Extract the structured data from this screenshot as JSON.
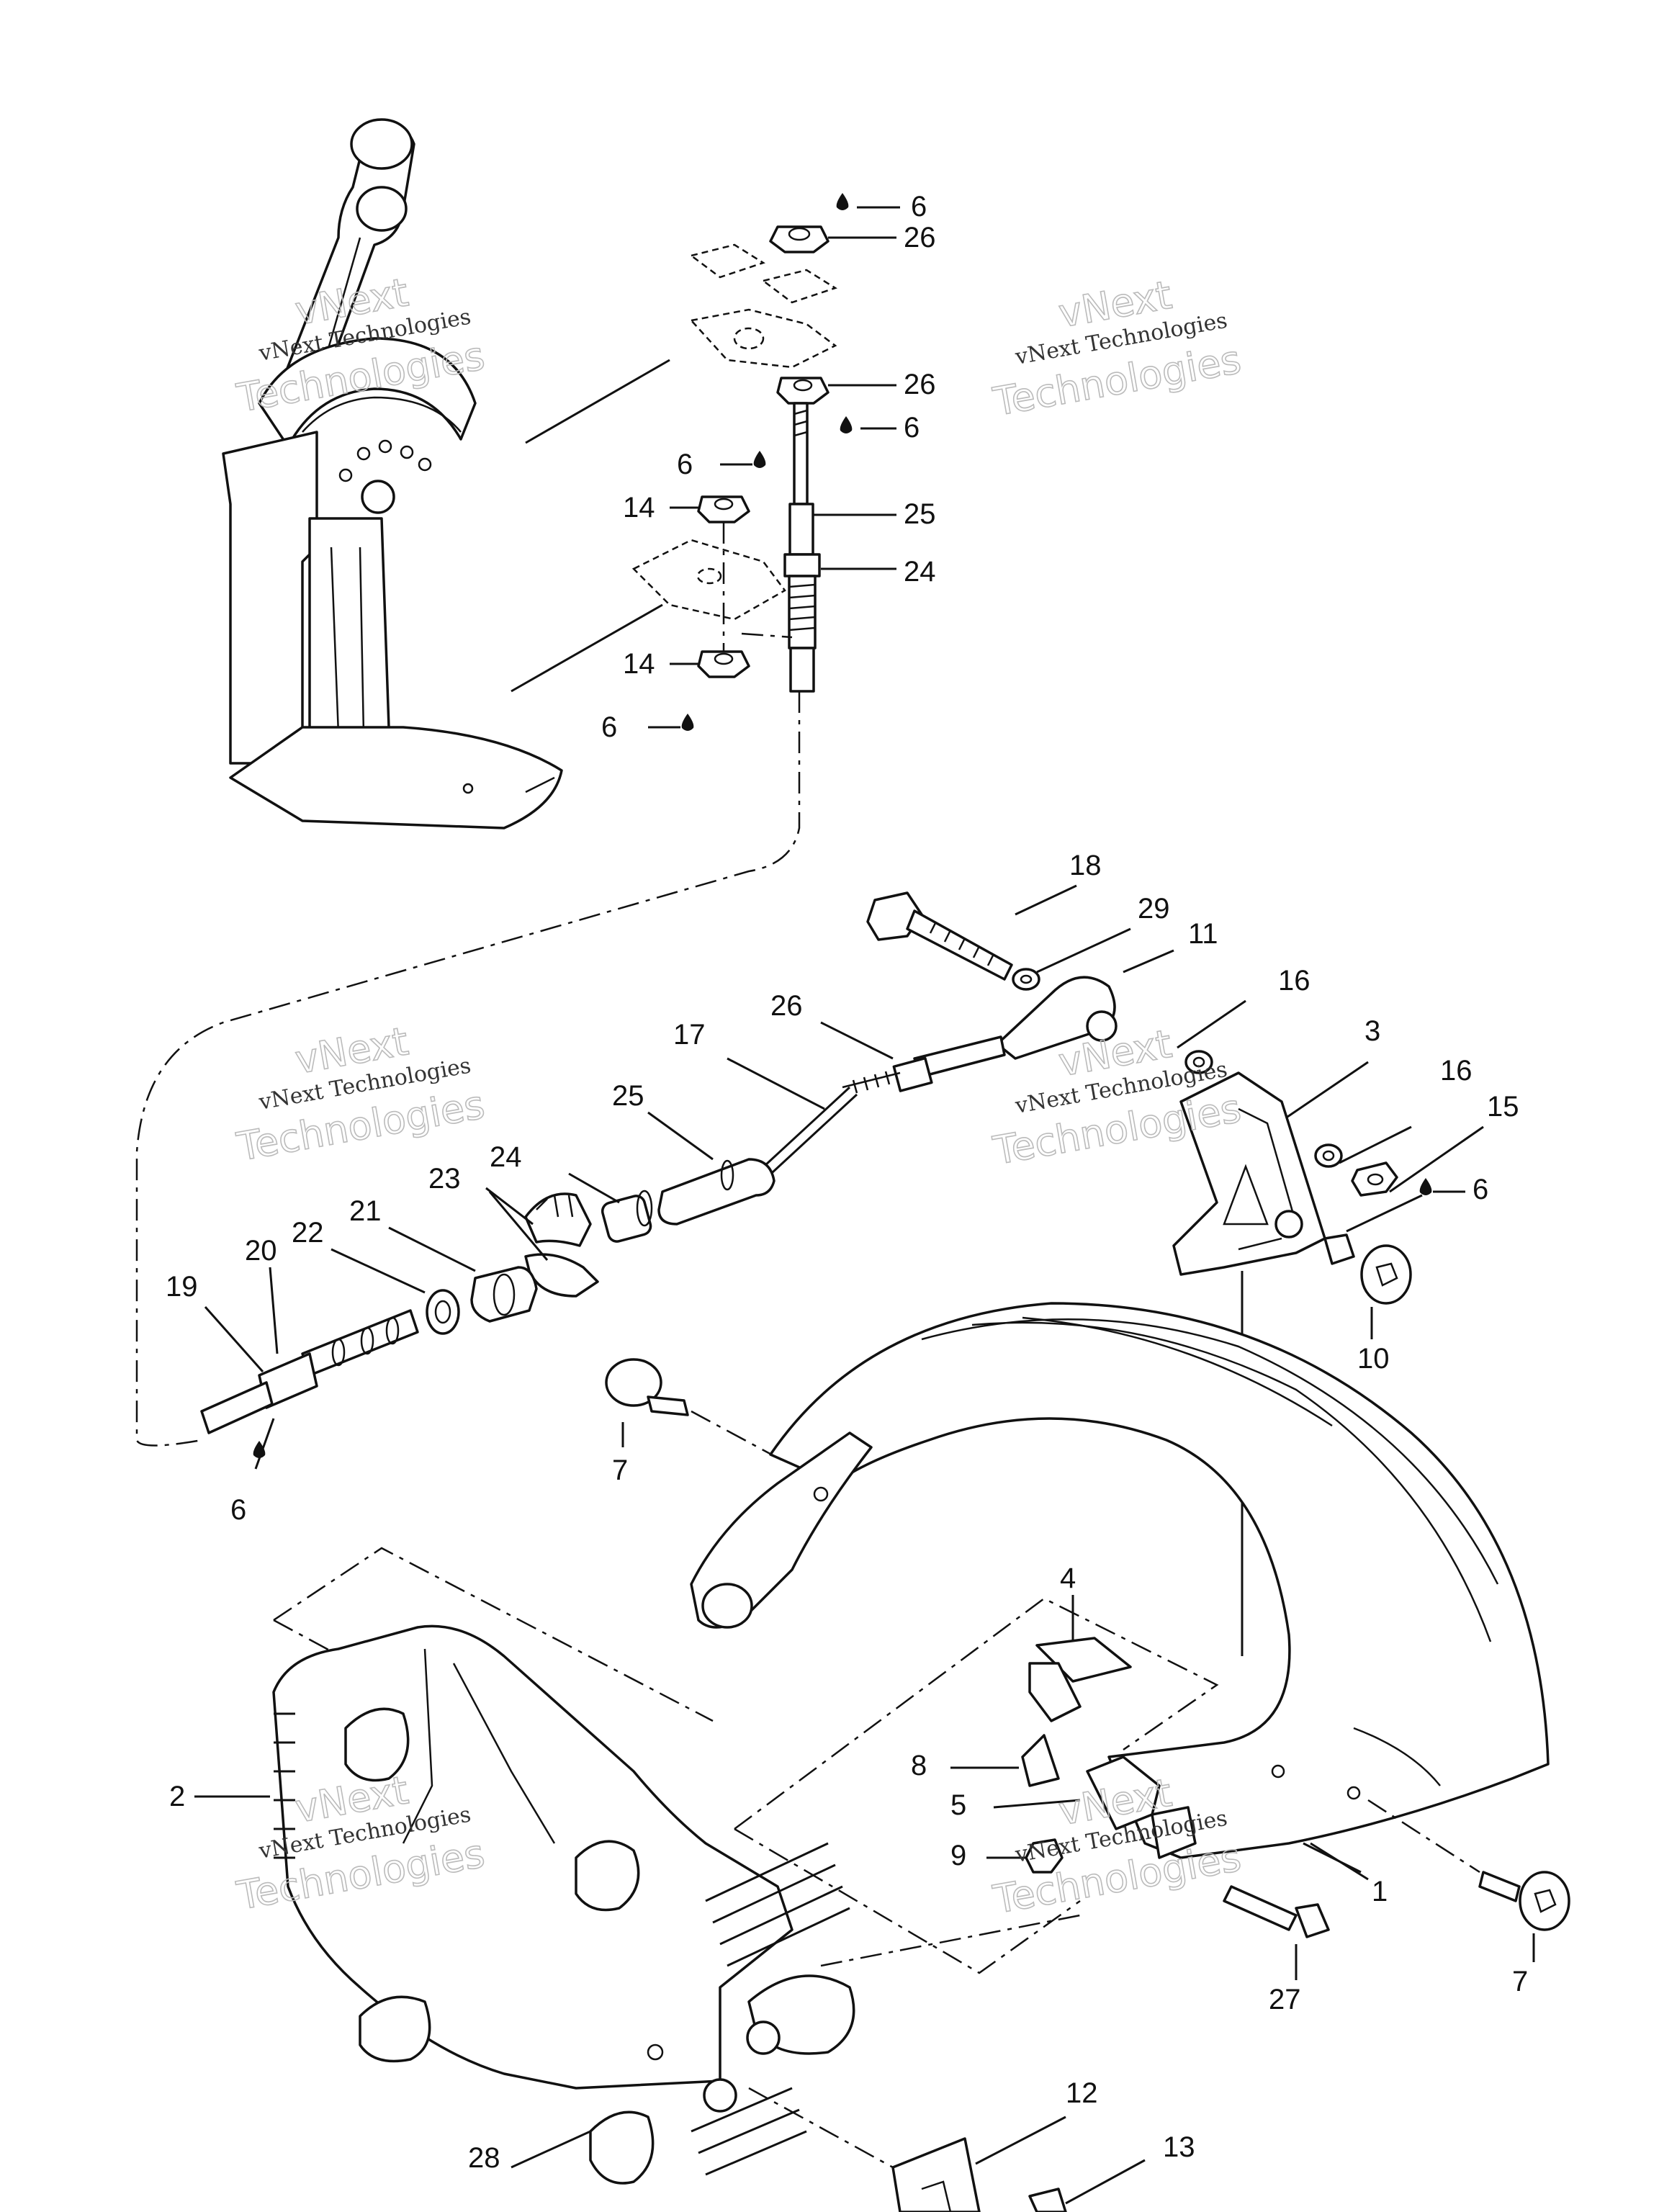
{
  "callouts": [
    {
      "id": "c-6-a",
      "text": "6",
      "drop": true
    },
    {
      "id": "c-26-a",
      "text": "26"
    },
    {
      "id": "c-26-b",
      "text": "26"
    },
    {
      "id": "c-6-b",
      "text": "6",
      "drop": true
    },
    {
      "id": "c-6-c",
      "text": "6",
      "drop": true
    },
    {
      "id": "c-14-a",
      "text": "14"
    },
    {
      "id": "c-25-a",
      "text": "25"
    },
    {
      "id": "c-24-a",
      "text": "24"
    },
    {
      "id": "c-14-b",
      "text": "14"
    },
    {
      "id": "c-6-d",
      "text": "6",
      "drop": true
    },
    {
      "id": "c-18",
      "text": "18"
    },
    {
      "id": "c-29",
      "text": "29"
    },
    {
      "id": "c-11",
      "text": "11"
    },
    {
      "id": "c-16-a",
      "text": "16"
    },
    {
      "id": "c-3",
      "text": "3"
    },
    {
      "id": "c-16-b",
      "text": "16"
    },
    {
      "id": "c-15",
      "text": "15"
    },
    {
      "id": "c-6-e",
      "text": "6",
      "drop": true
    },
    {
      "id": "c-10",
      "text": "10"
    },
    {
      "id": "c-26-c",
      "text": "26"
    },
    {
      "id": "c-17",
      "text": "17"
    },
    {
      "id": "c-25-b",
      "text": "25"
    },
    {
      "id": "c-24-b",
      "text": "24"
    },
    {
      "id": "c-23",
      "text": "23"
    },
    {
      "id": "c-21",
      "text": "21"
    },
    {
      "id": "c-22",
      "text": "22"
    },
    {
      "id": "c-20",
      "text": "20"
    },
    {
      "id": "c-19",
      "text": "19"
    },
    {
      "id": "c-6-f",
      "text": "6",
      "drop": true
    },
    {
      "id": "c-7-a",
      "text": "7"
    },
    {
      "id": "c-4",
      "text": "4"
    },
    {
      "id": "c-8",
      "text": "8"
    },
    {
      "id": "c-5",
      "text": "5"
    },
    {
      "id": "c-9",
      "text": "9"
    },
    {
      "id": "c-2",
      "text": "2"
    },
    {
      "id": "c-1",
      "text": "1"
    },
    {
      "id": "c-27",
      "text": "27"
    },
    {
      "id": "c-7-b",
      "text": "7"
    },
    {
      "id": "c-12",
      "text": "12"
    },
    {
      "id": "c-13",
      "text": "13"
    },
    {
      "id": "c-28",
      "text": "28"
    }
  ],
  "watermark": {
    "line1": "vNext Technologies",
    "line2": "Technologies",
    "outline_top": "vNext"
  }
}
